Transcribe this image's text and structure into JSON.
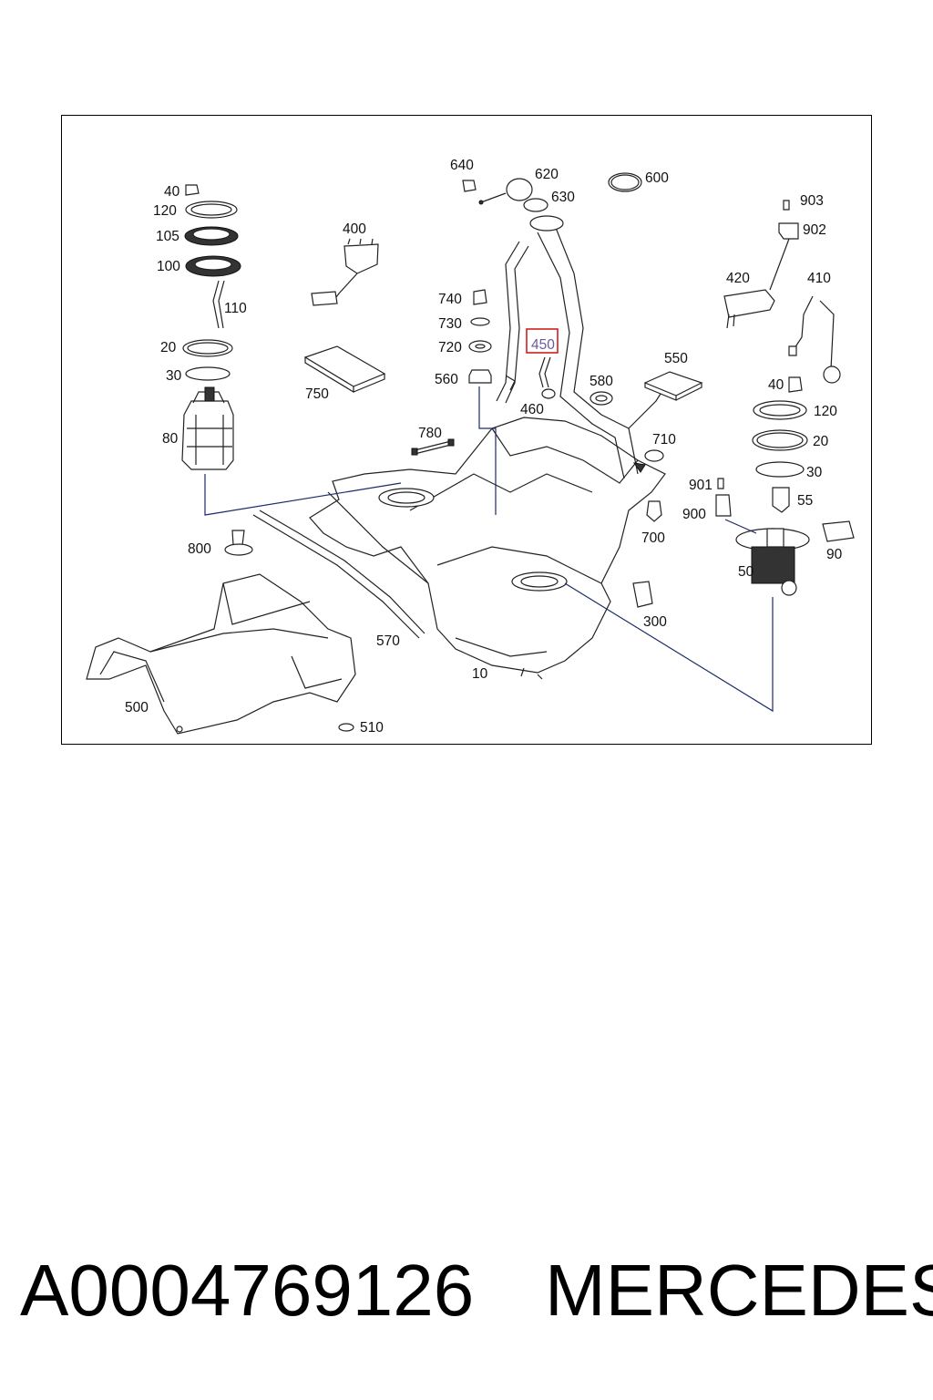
{
  "caption": {
    "part_number": "A0004769126",
    "brand": "MERCEDES"
  },
  "highlight": {
    "label": "450",
    "color": "#d02020"
  },
  "callouts": [
    "640",
    "620",
    "630",
    "600",
    "40",
    "120",
    "105",
    "100",
    "110",
    "400",
    "903",
    "902",
    "420",
    "410",
    "740",
    "730",
    "720",
    "560",
    "450",
    "460",
    "580",
    "550",
    "750",
    "20",
    "30",
    "80",
    "780",
    "710",
    "40",
    "120",
    "20",
    "30",
    "901",
    "55",
    "900",
    "700",
    "800",
    "90",
    "50",
    "300",
    "570",
    "10",
    "500",
    "510"
  ]
}
